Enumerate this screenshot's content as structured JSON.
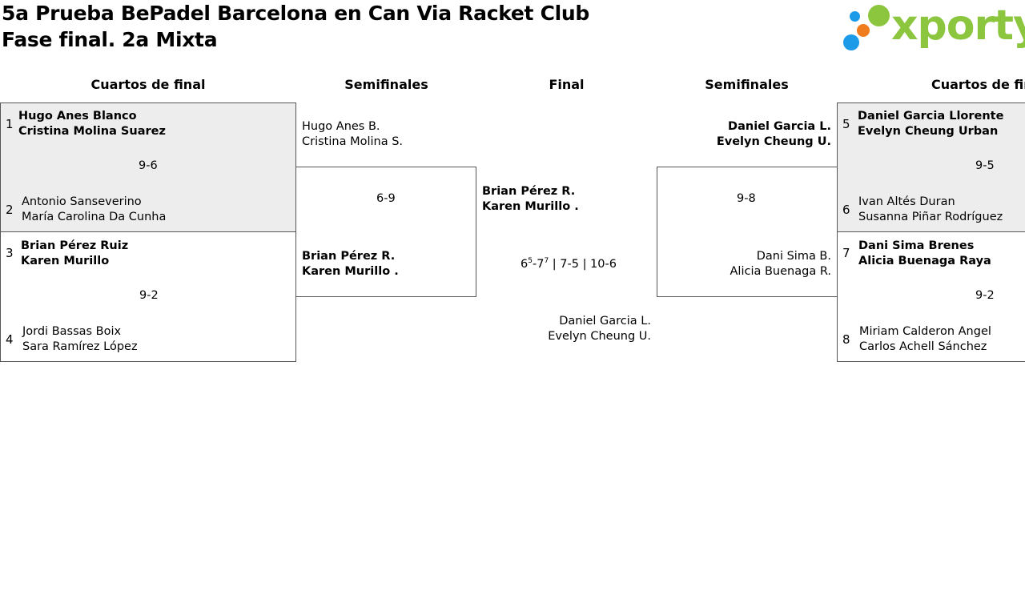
{
  "header": {
    "title_line1": "5a Prueba BePadel Barcelona en Can Via Racket Club",
    "title_line2": "Fase final. 2a Mixta"
  },
  "logo": {
    "text": "xporty",
    "colors": {
      "green": "#8cc63f",
      "orange": "#f07c1e",
      "blue": "#1e9be8"
    }
  },
  "rounds": {
    "quarters_left": "Cuartos de final",
    "semis_left": "Semifinales",
    "final": "Final",
    "semis_right": "Semifinales",
    "quarters_right": "Cuartos de final"
  },
  "quarters": [
    {
      "top": {
        "seed": "1",
        "p1": "Hugo Anes Blanco",
        "p2": "Cristina Molina Suarez"
      },
      "bottom": {
        "seed": "2",
        "p1": "Antonio Sanseverino",
        "p2": "María Carolina Da Cunha"
      },
      "score": "9-6"
    },
    {
      "top": {
        "seed": "3",
        "p1": "Brian Pérez Ruiz",
        "p2": "Karen Murillo"
      },
      "bottom": {
        "seed": "4",
        "p1": "Jordi Bassas Boix",
        "p2": "Sara Ramírez López"
      },
      "score": "9-2"
    },
    {
      "top": {
        "seed": "5",
        "p1": "Daniel Garcia Llorente",
        "p2": "Evelyn Cheung Urban"
      },
      "bottom": {
        "seed": "6",
        "p1": "Ivan Altés Duran",
        "p2": "Susanna Piñar Rodríguez"
      },
      "score": "9-5"
    },
    {
      "top": {
        "seed": "7",
        "p1": "Dani Sima Brenes",
        "p2": "Alicia Buenaga Raya"
      },
      "bottom": {
        "seed": "8",
        "p1": "Miriam Calderon Angel",
        "p2": "Carlos Achell Sánchez"
      },
      "score": "9-2"
    }
  ],
  "semis": [
    {
      "top": {
        "p1": "Hugo Anes B.",
        "p2": "Cristina Molina S."
      },
      "bottom": {
        "p1": "Brian Pérez R.",
        "p2": "Karen Murillo ."
      },
      "score": "6-9"
    },
    {
      "top": {
        "p1": "Daniel Garcia L.",
        "p2": "Evelyn Cheung U."
      },
      "bottom": {
        "p1": "Dani Sima B.",
        "p2": "Alicia Buenaga R."
      },
      "score": "9-8"
    }
  ],
  "final": {
    "winner": {
      "p1": "Brian Pérez R.",
      "p2": "Karen Murillo ."
    },
    "runner_up": {
      "p1": "Daniel Garcia L.",
      "p2": "Evelyn Cheung U."
    },
    "score": {
      "set1_a": "6",
      "set1_a_tb": "5",
      "set1_sep": "-",
      "set1_b": "7",
      "set1_b_tb": "7",
      "rest": " | 7-5 | 10-6"
    }
  }
}
